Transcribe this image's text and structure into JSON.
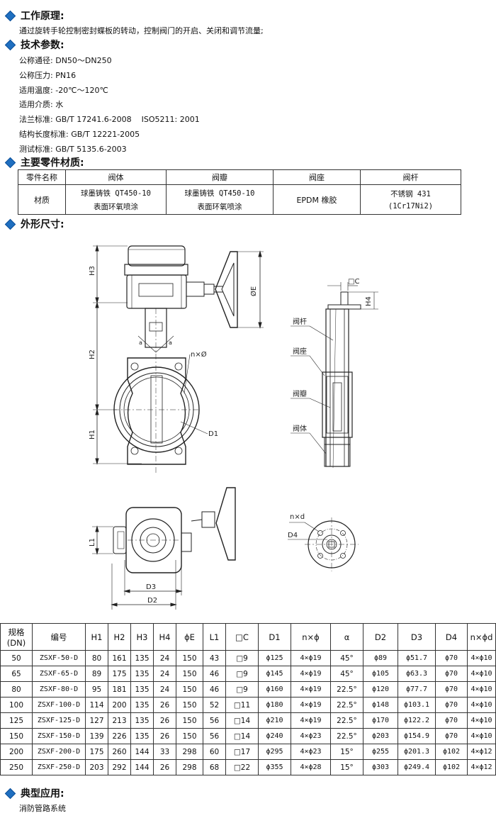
{
  "sections": {
    "principle_title": "工作原理:",
    "principle_text": "通过旋转手轮控制密封蝶板的转动，控制阀门的开启、关闭和调节流量;",
    "params_title": "技术参数:",
    "materials_title": "主要零件材质:",
    "dimensions_title": "外形尺寸:",
    "application_title": "典型应用:",
    "application_text": "消防管路系统"
  },
  "params": [
    {
      "label": "公称通径:",
      "value": "DN50～DN250"
    },
    {
      "label": "公称压力:",
      "value": "PN16"
    },
    {
      "label": "适用温度:",
      "value": "-20℃～120℃"
    },
    {
      "label": "适用介质:",
      "value": "水"
    },
    {
      "label": "法兰标准:",
      "value": "GB/T 17241.6-2008    ISO5211: 2001"
    },
    {
      "label": "结构长度标准:",
      "value": "GB/T 12221-2005"
    },
    {
      "label": "测试标准:",
      "value": "GB/T 5135.6-2003"
    }
  ],
  "materials": {
    "headers": [
      "零件名称",
      "阀体",
      "阀瓣",
      "阀座",
      "阀杆"
    ],
    "row_label": "材质",
    "body": [
      "球墨铸铁 QT450-10",
      "表面环氧喷涂"
    ],
    "disc": [
      "球墨铸铁 QT450-10",
      "表面环氧喷涂"
    ],
    "seat": "EPDM 橡胶",
    "stem": [
      "不锈钢 431",
      "(1Cr17Ni2)"
    ]
  },
  "drawing": {
    "dims": {
      "h3": "H3",
      "h2": "H2",
      "h1": "H1",
      "phi_e": "ØE",
      "nxphi": "n×Ø",
      "d1": "D1",
      "alpha": "a",
      "c": "□C",
      "h4": "H4",
      "nxd": "n×d",
      "d4": "D4",
      "l1": "L1",
      "d3": "D3",
      "d2": "D2"
    },
    "parts": {
      "stem": "阀杆",
      "seat": "阀座",
      "disc": "阀瓣",
      "body": "阀体"
    }
  },
  "spec_table": {
    "headers": [
      "规格\n(DN)",
      "编号",
      "H1",
      "H2",
      "H3",
      "H4",
      "ϕE",
      "L1",
      "□C",
      "D1",
      "n×ϕ",
      "α",
      "D2",
      "D3",
      "D4",
      "n×ϕd"
    ],
    "header_dn_line1": "规格",
    "header_dn_line2": "(DN)",
    "rows": [
      [
        "50",
        "ZSXF-50-D",
        "80",
        "161",
        "135",
        "24",
        "150",
        "43",
        "□9",
        "ϕ125",
        "4×ϕ19",
        "45°",
        "ϕ89",
        "ϕ51.7",
        "ϕ70",
        "4×ϕ10"
      ],
      [
        "65",
        "ZSXF-65-D",
        "89",
        "175",
        "135",
        "24",
        "150",
        "46",
        "□9",
        "ϕ145",
        "4×ϕ19",
        "45°",
        "ϕ105",
        "ϕ63.3",
        "ϕ70",
        "4×ϕ10"
      ],
      [
        "80",
        "ZSXF-80-D",
        "95",
        "181",
        "135",
        "24",
        "150",
        "46",
        "□9",
        "ϕ160",
        "4×ϕ19",
        "22.5°",
        "ϕ120",
        "ϕ77.7",
        "ϕ70",
        "4×ϕ10"
      ],
      [
        "100",
        "ZSXF-100-D",
        "114",
        "200",
        "135",
        "26",
        "150",
        "52",
        "□11",
        "ϕ180",
        "4×ϕ19",
        "22.5°",
        "ϕ148",
        "ϕ103.1",
        "ϕ70",
        "4×ϕ10"
      ],
      [
        "125",
        "ZSXF-125-D",
        "127",
        "213",
        "135",
        "26",
        "150",
        "56",
        "□14",
        "ϕ210",
        "4×ϕ19",
        "22.5°",
        "ϕ170",
        "ϕ122.2",
        "ϕ70",
        "4×ϕ10"
      ],
      [
        "150",
        "ZSXF-150-D",
        "139",
        "226",
        "135",
        "26",
        "150",
        "56",
        "□14",
        "ϕ240",
        "4×ϕ23",
        "22.5°",
        "ϕ203",
        "ϕ154.9",
        "ϕ70",
        "4×ϕ10"
      ],
      [
        "200",
        "ZSXF-200-D",
        "175",
        "260",
        "144",
        "33",
        "298",
        "60",
        "□17",
        "ϕ295",
        "4×ϕ23",
        "15°",
        "ϕ255",
        "ϕ201.3",
        "ϕ102",
        "4×ϕ12"
      ],
      [
        "250",
        "ZSXF-250-D",
        "203",
        "292",
        "144",
        "26",
        "298",
        "68",
        "□22",
        "ϕ355",
        "4×ϕ28",
        "15°",
        "ϕ303",
        "ϕ249.4",
        "ϕ102",
        "4×ϕ12"
      ]
    ]
  },
  "colors": {
    "accent": "#1f6fc0",
    "line": "#333333"
  }
}
